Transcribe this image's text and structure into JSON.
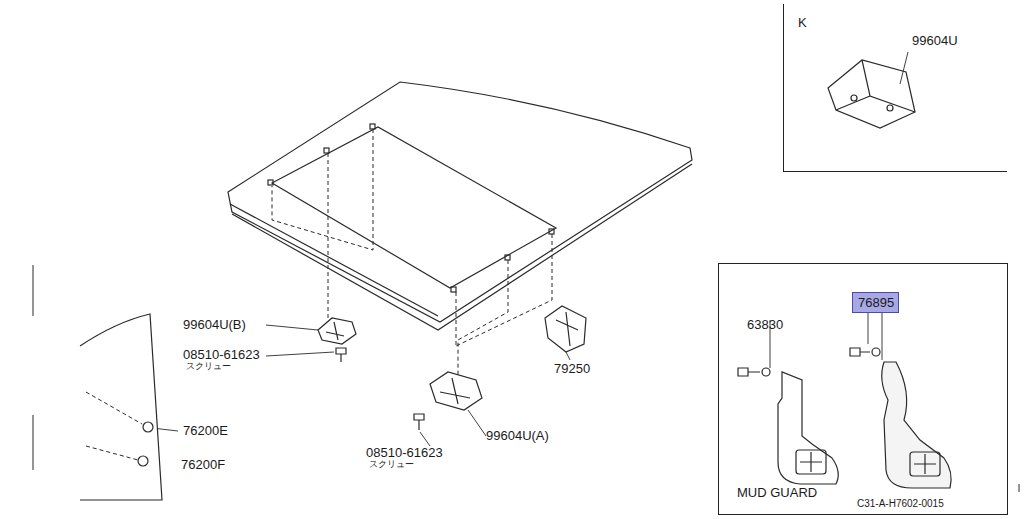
{
  "diagram": {
    "nodes": [
      {
        "text": [
          "K",
          "99604U"
        ]
      },
      {
        "text": [
          "63830",
          "MUD GUARD",
          "C31-A-H7602-0015"
        ]
      },
      {
        "text": [
          "76895"
        ],
        "in": 1
      }
    ],
    "labels": [
      "99604U(B)",
      "08510-61623",
      "スクリュー",
      "79250",
      "76200E",
      "76200F",
      "08510-61623",
      "スクリュー",
      "99604U(A)"
    ]
  }
}
